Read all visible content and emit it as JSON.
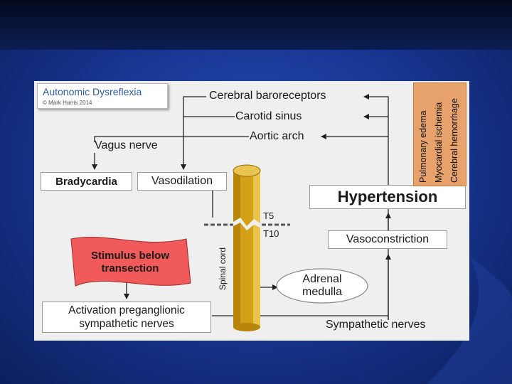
{
  "diagram": {
    "title": "Autonomic Dysreflexia",
    "credit": "© Mark Harris 2014",
    "nodes": {
      "cerebral_baroreceptors": "Cerebral baroreceptors",
      "carotid_sinus": "Carotid sinus",
      "aortic_arch": "Aortic arch",
      "vagus_nerve": "Vagus nerve",
      "bradycardia": "Bradycardia",
      "vasodilation": "Vasodilation",
      "hypertension": "Hypertension",
      "t5": "T5",
      "t10": "T10",
      "vasoconstriction": "Vasoconstriction",
      "spinal_cord": "Spinal cord",
      "stimulus": "Stimulus below transection",
      "adrenal_medulla": "Adrenal medulla",
      "activation": "Activation preganglionic sympathetic nerves",
      "sympathetic_nerves": "Sympathetic nerves"
    },
    "complications": [
      "Pulmonary edema",
      "Myocardial ischemia",
      "Cerebral hemorrhage"
    ],
    "colors": {
      "cord": "#d4a017",
      "stimulus": "#f05a5a",
      "complications": "#e6a26a",
      "title": "#2d5aa8"
    }
  }
}
